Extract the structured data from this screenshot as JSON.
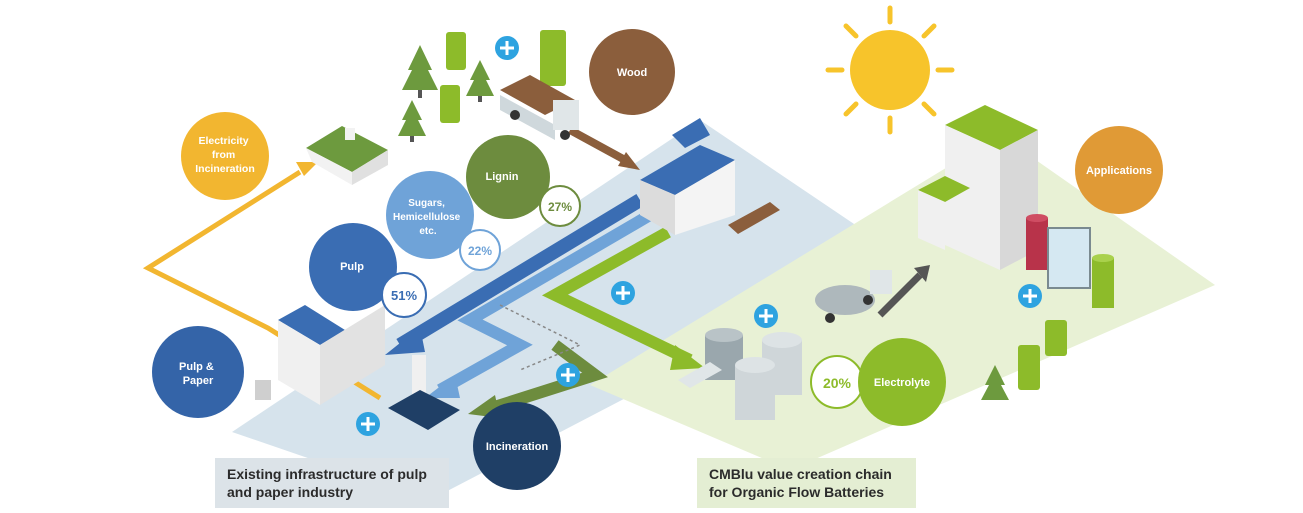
{
  "circles": {
    "wood": "Wood",
    "electricity": [
      "Electricity",
      "from",
      "Incineration"
    ],
    "lignin": "Lignin",
    "sugars": [
      "Sugars,",
      "Hemicellulose",
      "etc."
    ],
    "pulp": "Pulp",
    "pulp_paper": [
      "Pulp &",
      "Paper"
    ],
    "incineration": "Incineration",
    "applications": "Applications",
    "electrolyte": "Electrolyte"
  },
  "percentages": {
    "lignin": "27%",
    "sugars": "22%",
    "pulp": "51%",
    "electrolyte": "20%"
  },
  "captions": {
    "left": [
      "Existing infrastructure of pulp",
      "and paper industry"
    ],
    "right": [
      "CMBlu value creation chain",
      "for Organic Flow Batteries"
    ]
  },
  "colors": {
    "wood": "#8b5e3c",
    "electricity": "#f2b630",
    "lignin": "#6d8c3e",
    "sugars": "#6fa3d8",
    "pulp": "#3a6db3",
    "pulp_paper": "#3464a8",
    "incineration": "#1f3f66",
    "applications": "#e09a36",
    "electrolyte": "#8dbb2a",
    "plus": "#2ea3e0",
    "sun": "#f7c42b"
  },
  "icons": [
    "plus-icon",
    "sun-icon",
    "tree-icon",
    "truck-icon",
    "house-icon",
    "factory-icon",
    "battery-icon",
    "tank-icon",
    "log-pile-icon"
  ]
}
